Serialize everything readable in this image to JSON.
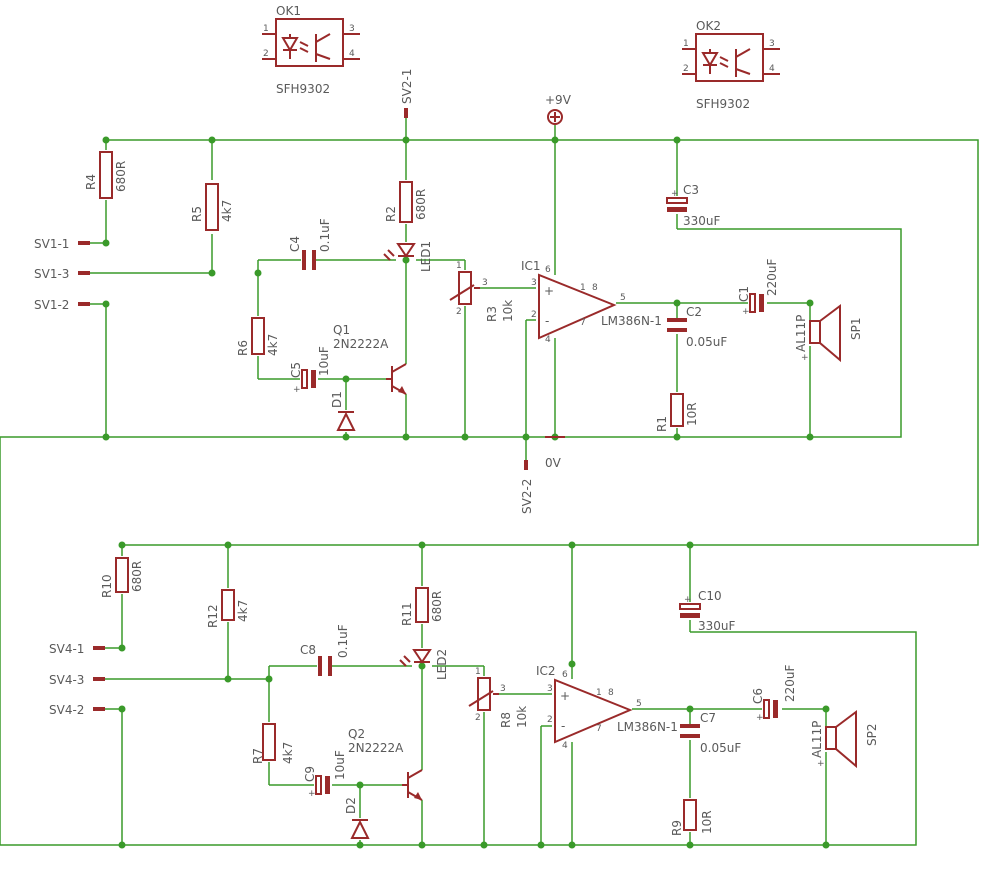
{
  "optocouplers": [
    {
      "name": "OK1",
      "value": "SFH9302",
      "pins": [
        "1",
        "2",
        "3",
        "4"
      ]
    },
    {
      "name": "OK2",
      "value": "SFH9302",
      "pins": [
        "1",
        "2",
        "3",
        "4"
      ]
    }
  ],
  "supply": {
    "pos": "+9V",
    "gnd": "0V",
    "sv2_1": "SV2-1",
    "sv2_2": "SV2-2"
  },
  "channel1": {
    "connector": [
      "SV1-1",
      "SV1-3",
      "SV1-2"
    ],
    "R4": {
      "name": "R4",
      "value": "680R"
    },
    "R5": {
      "name": "R5",
      "value": "4k7"
    },
    "R2": {
      "name": "R2",
      "value": "680R"
    },
    "R6": {
      "name": "R6",
      "value": "4k7"
    },
    "C4": {
      "name": "C4",
      "value": "0.1uF"
    },
    "C5": {
      "name": "C5",
      "value": "10uF"
    },
    "LED": {
      "name": "LED1"
    },
    "Q": {
      "name": "Q1",
      "value": "2N2222A"
    },
    "D": {
      "name": "D1"
    },
    "R3": {
      "name": "R3",
      "value": "10k"
    },
    "IC": {
      "name": "IC1",
      "value": "LM386N-1"
    },
    "C3": {
      "name": "C3",
      "value": "330uF"
    },
    "C1": {
      "name": "C1",
      "value": "220uF"
    },
    "C2": {
      "name": "C2",
      "value": "0.05uF"
    },
    "R1": {
      "name": "R1",
      "value": "10R"
    },
    "SP": {
      "name": "SP1",
      "value": "AL11P"
    }
  },
  "channel2": {
    "connector": [
      "SV4-1",
      "SV4-3",
      "SV4-2"
    ],
    "R4": {
      "name": "R10",
      "value": "680R"
    },
    "R5": {
      "name": "R12",
      "value": "4k7"
    },
    "R2": {
      "name": "R11",
      "value": "680R"
    },
    "R6": {
      "name": "R7",
      "value": "4k7"
    },
    "C4": {
      "name": "C8",
      "value": "0.1uF"
    },
    "C5": {
      "name": "C9",
      "value": "10uF"
    },
    "LED": {
      "name": "LED2"
    },
    "Q": {
      "name": "Q2",
      "value": "2N2222A"
    },
    "D": {
      "name": "D2"
    },
    "R3": {
      "name": "R8",
      "value": "10k"
    },
    "IC": {
      "name": "IC2",
      "value": "LM386N-1"
    },
    "C3": {
      "name": "C10",
      "value": "330uF"
    },
    "C1": {
      "name": "C6",
      "value": "220uF"
    },
    "C2": {
      "name": "C7",
      "value": "0.05uF"
    },
    "R1": {
      "name": "R9",
      "value": "10R"
    },
    "SP": {
      "name": "SP2",
      "value": "AL11P"
    }
  },
  "pin_labels": {
    "p1": "1",
    "p2": "2",
    "p3": "3",
    "p4": "4",
    "p5": "5",
    "p6": "6",
    "p7": "7",
    "p8": "8",
    "plus": "+",
    "minus": "-"
  }
}
